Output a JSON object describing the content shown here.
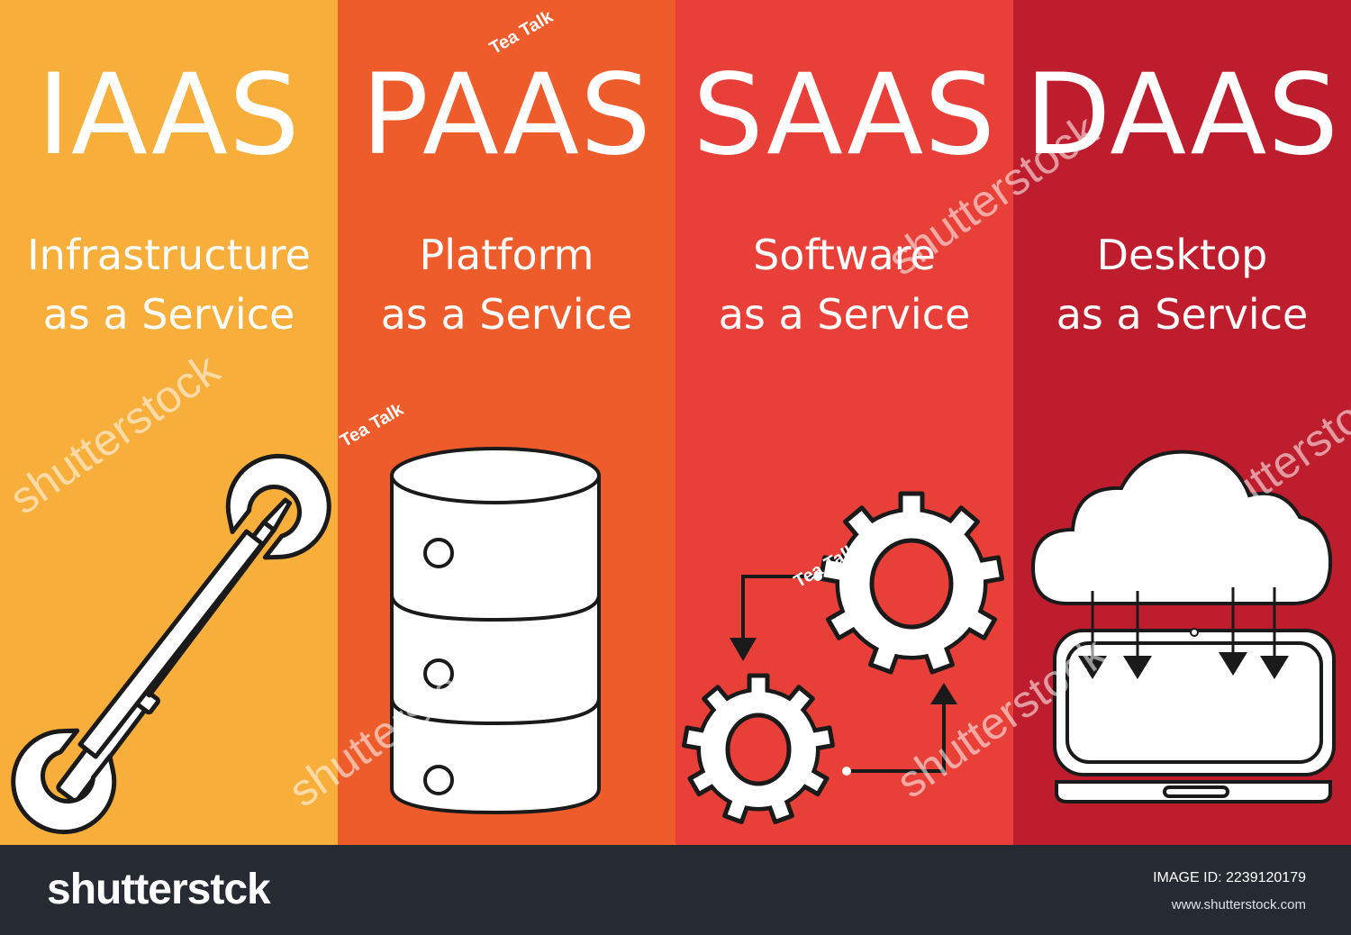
{
  "panels": [
    {
      "abbr": "IAAS",
      "line1": "Infrastructure",
      "line2": "as a Service",
      "color": "#f7ae3b",
      "icon": "tools-icon"
    },
    {
      "abbr": "PAAS",
      "line1": "Platform",
      "line2": "as a Service",
      "color": "#ef5c2c",
      "icon": "database-icon"
    },
    {
      "abbr": "SAAS",
      "line1": "Software",
      "line2": "as a Service",
      "color": "#e84039",
      "icon": "gears-icon"
    },
    {
      "abbr": "DAAS",
      "line1": "Desktop",
      "line2": "as a Service",
      "color": "#be1d2d",
      "icon": "cloud-laptop-icon"
    }
  ],
  "watermark": {
    "tag": "Tea Talk",
    "stock": "shutterstock"
  },
  "footer": {
    "brand": "shutterstck",
    "image_id": "IMAGE ID: 2239120179",
    "site": "www.shutterstock.com"
  }
}
